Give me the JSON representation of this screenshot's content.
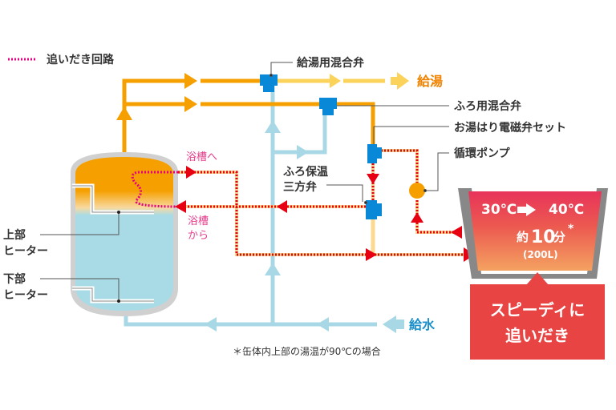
{
  "legend": {
    "label": "追いだき回路",
    "line_color": "#e4007f"
  },
  "labels": {
    "supply_mixing_valve": "給湯用混合弁",
    "hot_water_out": "給湯",
    "bath_mixing_valve": "ふろ用混合弁",
    "fill_solenoid_set": "お湯はり電磁弁セット",
    "circulation_pump": "循環ポンプ",
    "bath_3way_line1": "ふろ保温",
    "bath_3way_line2": "三方弁",
    "to_bath": "浴槽へ",
    "from_bath_line1": "浴槽",
    "from_bath_line2": "から",
    "upper_heater_line1": "上部",
    "upper_heater_line2": "ヒーター",
    "lower_heater_line1": "下部",
    "lower_heater_line2": "ヒーター",
    "water_in": "給水",
    "footnote": "＊缶体内上部の湯温が90℃の場合"
  },
  "bathtub": {
    "temp_from": "30℃",
    "temp_to": "40℃",
    "time_prefix": "約",
    "time_value": "10",
    "time_unit": "分",
    "asterisk": "*",
    "volume": "(200L)"
  },
  "callout": {
    "line1": "スピーディに",
    "line2": "追いだき"
  },
  "colors": {
    "hot_pipe": "#f5a000",
    "mixed_pipe": "#fcd35a",
    "cold_pipe": "#a8d8e6",
    "reheat_circuit": "#e4007f",
    "reheat_arrow": "#e60012",
    "valve": "#0a88d8",
    "pump": "#f5a000",
    "callout_bg": "#e84444",
    "tub_top": "#e8335a",
    "tub_bottom": "#f4a261"
  }
}
